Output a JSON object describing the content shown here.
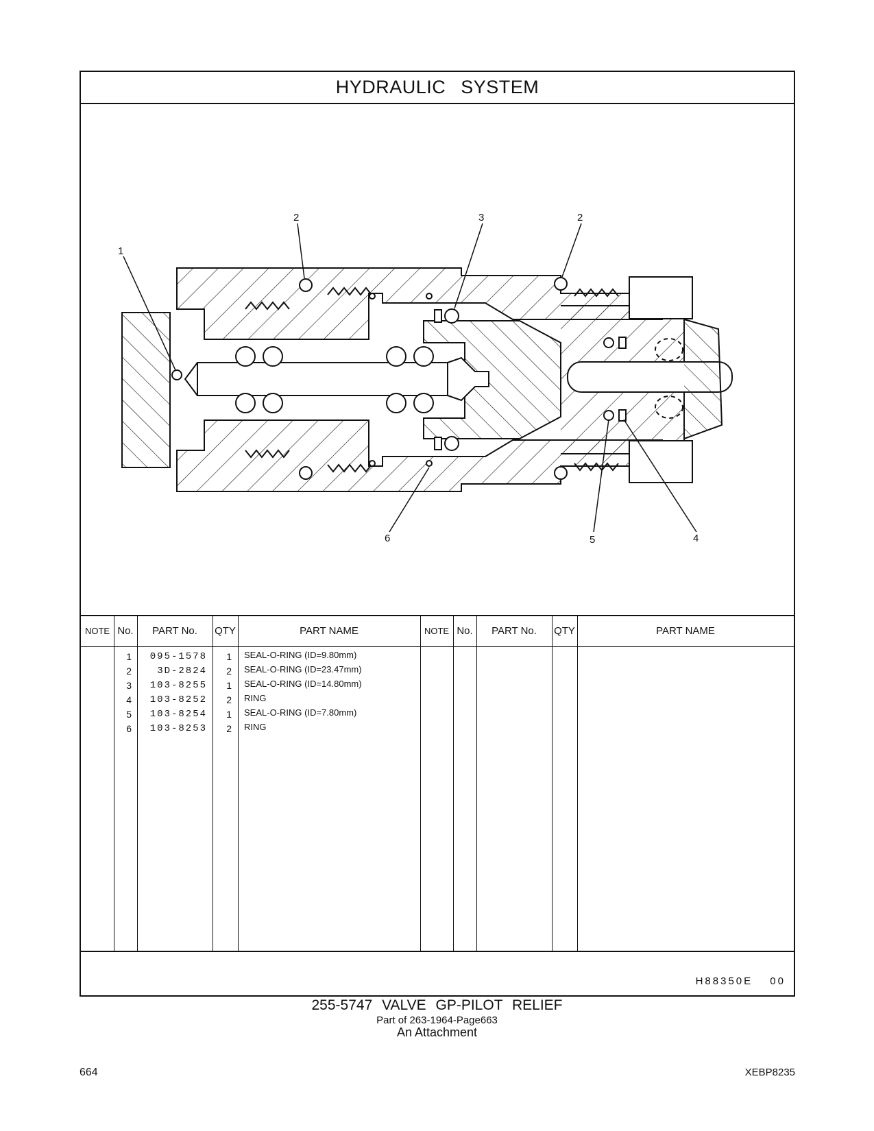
{
  "header": {
    "title": "HYDRAULIC SYSTEM"
  },
  "diagram": {
    "callouts": [
      "1",
      "2",
      "3",
      "2",
      "6",
      "5",
      "4"
    ]
  },
  "table": {
    "columns": {
      "note": "NOTE",
      "no": "No.",
      "part_no": "PART No.",
      "qty": "QTY",
      "part_name": "PART NAME"
    },
    "rows": [
      {
        "no": "1",
        "part_no": "095-1578",
        "qty": "1",
        "part_name": "SEAL-O-RING (ID=9.80mm)"
      },
      {
        "no": "2",
        "part_no": "3D-2824",
        "qty": "2",
        "part_name": "SEAL-O-RING (ID=23.47mm)"
      },
      {
        "no": "3",
        "part_no": "103-8255",
        "qty": "1",
        "part_name": "SEAL-O-RING (ID=14.80mm)"
      },
      {
        "no": "4",
        "part_no": "103-8252",
        "qty": "2",
        "part_name": "RING"
      },
      {
        "no": "5",
        "part_no": "103-8254",
        "qty": "1",
        "part_name": "SEAL-O-RING (ID=7.80mm)"
      },
      {
        "no": "6",
        "part_no": "103-8253",
        "qty": "2",
        "part_name": "RING"
      }
    ]
  },
  "illustration_number": "H88350E 00",
  "caption": {
    "line1": "255-5747 VALVE GP-PILOT RELIEF",
    "line2": "Part of 263-1964-Page663",
    "line3": "An Attachment"
  },
  "footer": {
    "page_number": "664",
    "doc_code": "XEBP8235"
  }
}
